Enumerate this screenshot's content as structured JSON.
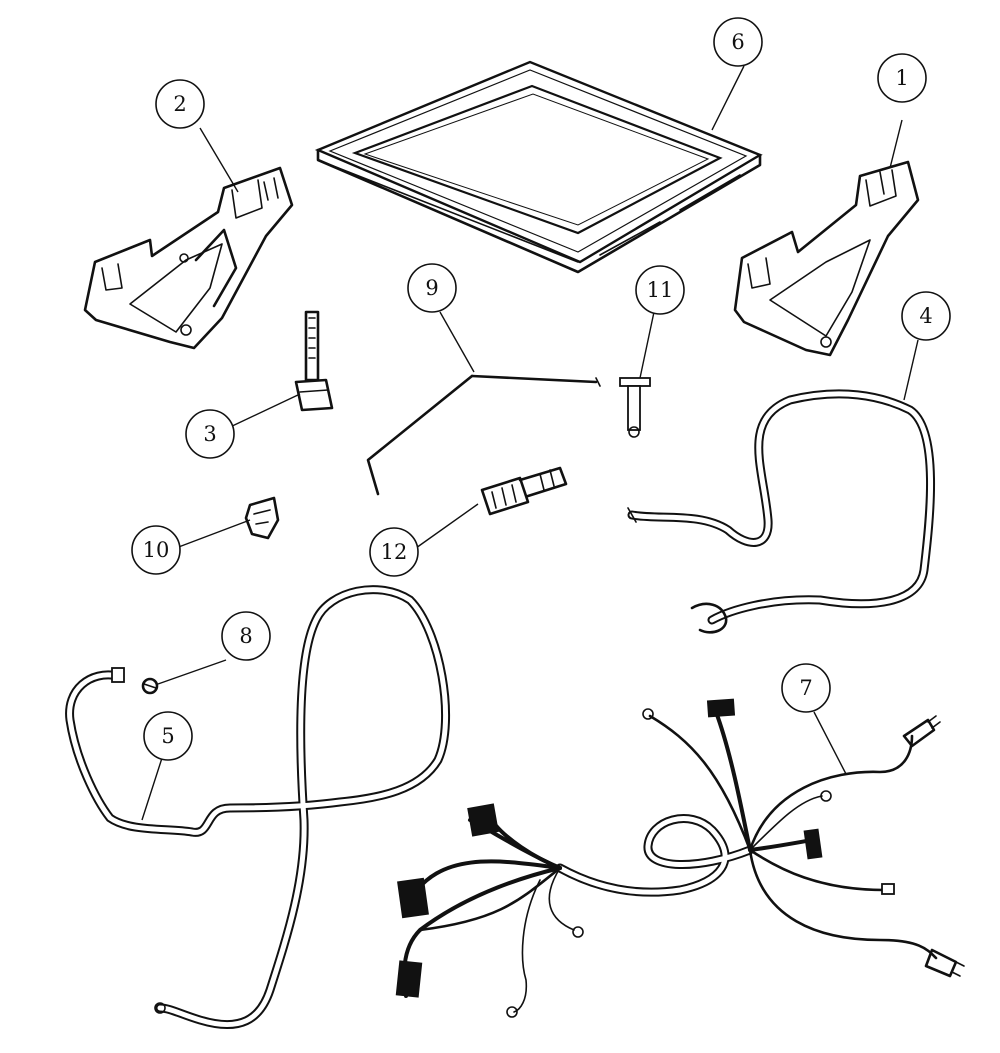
{
  "diagram": {
    "callouts": [
      {
        "id": "p1",
        "label": "1",
        "part": "right-bracket"
      },
      {
        "id": "p2",
        "label": "2",
        "part": "left-bracket"
      },
      {
        "id": "p3",
        "label": "3",
        "part": "switch"
      },
      {
        "id": "p4",
        "label": "4",
        "part": "hose-right"
      },
      {
        "id": "p5",
        "label": "5",
        "part": "hose-left"
      },
      {
        "id": "p6",
        "label": "6",
        "part": "lid-frame"
      },
      {
        "id": "p7",
        "label": "7",
        "part": "wire-harness"
      },
      {
        "id": "p8",
        "label": "8",
        "part": "clip-nut"
      },
      {
        "id": "p9",
        "label": "9",
        "part": "rod"
      },
      {
        "id": "p10",
        "label": "10",
        "part": "clip"
      },
      {
        "id": "p11",
        "label": "11",
        "part": "pin"
      },
      {
        "id": "p12",
        "label": "12",
        "part": "connector"
      }
    ]
  }
}
